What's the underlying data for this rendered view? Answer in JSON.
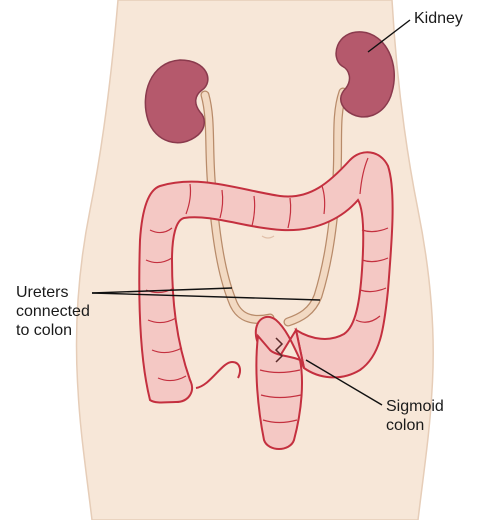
{
  "labels": {
    "kidney": "Kidney",
    "ureters": [
      "Ureters",
      "connected",
      "to colon"
    ],
    "sigmoid": [
      "Sigmoid",
      "colon"
    ]
  },
  "colors": {
    "skin": "#F7E7D8",
    "skin_edge": "#E6CDB8",
    "kidney": "#B5596C",
    "kidney_edge": "#8A3A4D",
    "colon": "#F4C8C4",
    "colon_edge": "#C4303F",
    "ureter": "#F2D9C2",
    "ureter_edge": "#B88B6A",
    "leader": "#111111"
  },
  "icons": [
    "torso-outline",
    "kidney-left",
    "kidney-right",
    "ureter-left",
    "ureter-right",
    "large-intestine",
    "sigmoid-colon",
    "rectum",
    "appendix"
  ]
}
